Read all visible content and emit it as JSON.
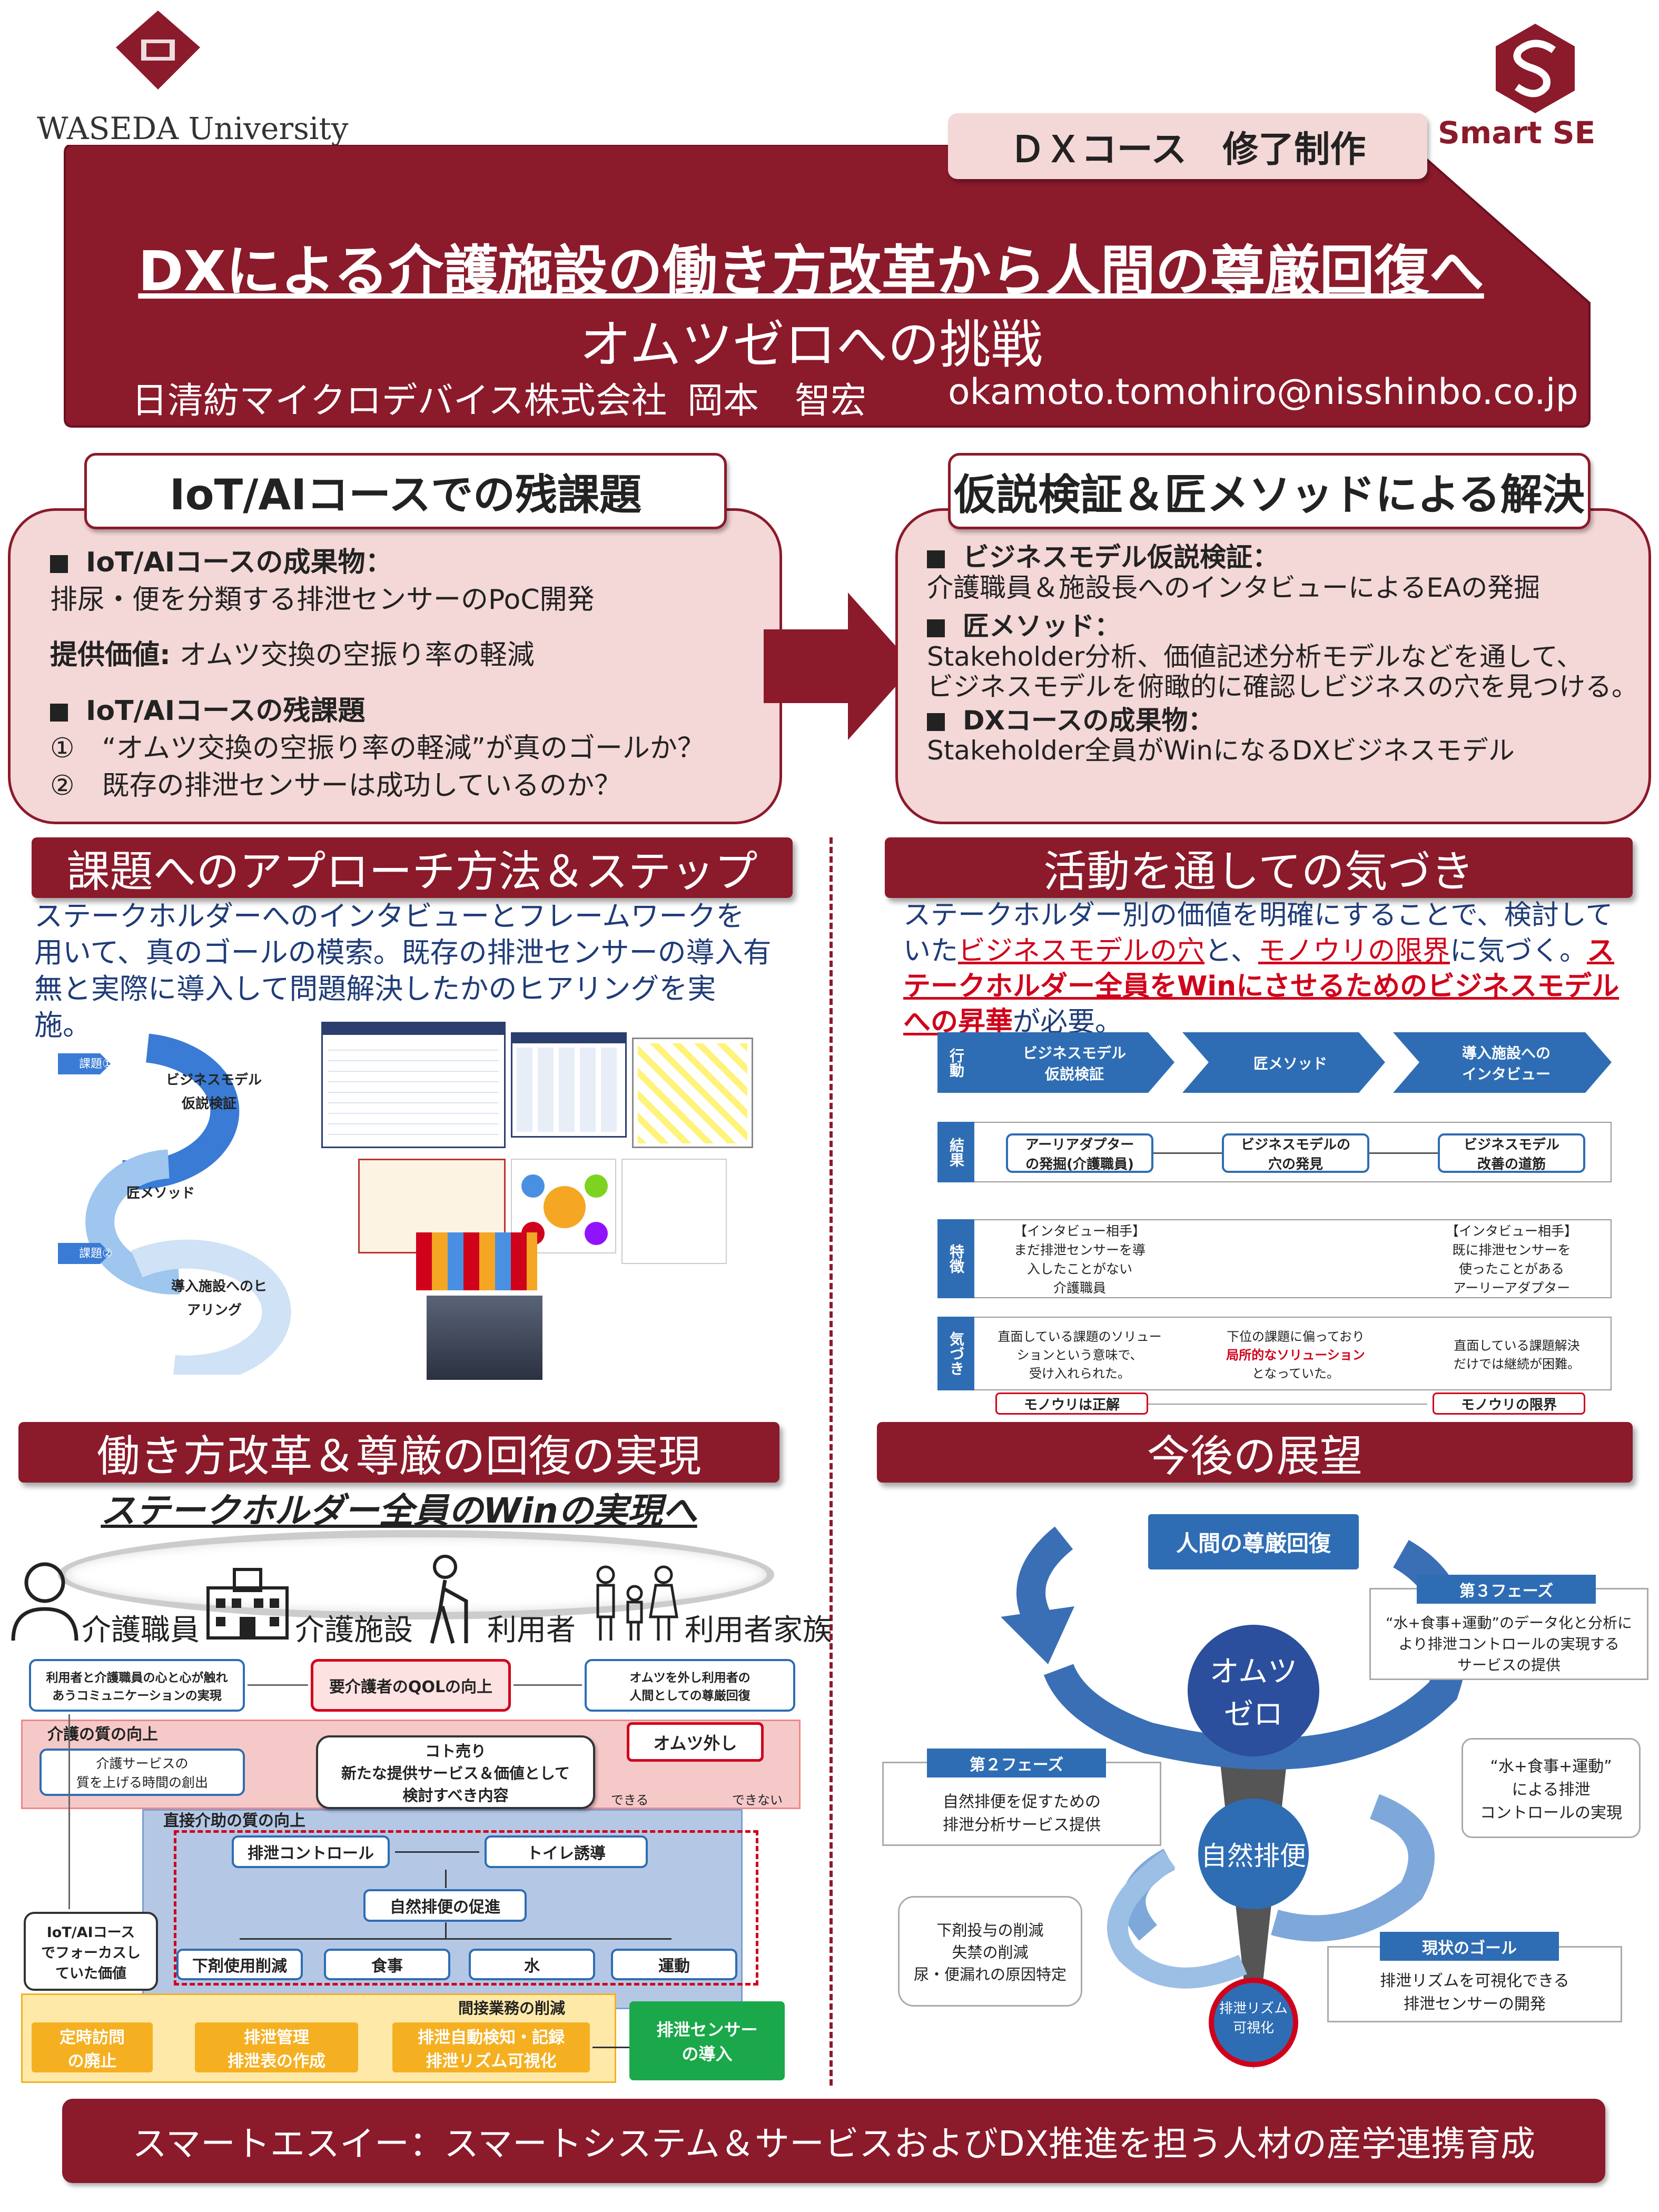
{
  "logos": {
    "waseda": "WASEDA University",
    "smartse": "Smart SE"
  },
  "course_tag": "ＤＸコース　修了制作",
  "header": {
    "title": "DXによる介護施設の働き方改革から人間の尊厳回復へ",
    "subtitle": "オムツゼロへの挑戦",
    "company": "日清紡マイクロデバイス株式会社",
    "name": "岡本　智宏",
    "email": "okamoto.tomohiro@nisshinbo.co.jp"
  },
  "left_top": {
    "heading": "IoT/AIコースでの残課題",
    "deliverable_h": "IoT/AIコースの成果物：",
    "deliverable": "排尿・便を分類する排泄センサーのPoC開発",
    "value_h": "提供価値:",
    "value": "オムツ交換の空振り率の軽減",
    "issues_h": "IoT/AIコースの残課題",
    "issue1": "①　“オムツ交換の空振り率の軽減”が真のゴールか？",
    "issue2": "②　既存の排泄センサーは成功しているのか？"
  },
  "right_top": {
    "heading": "仮説検証＆匠メソッドによる解決",
    "h1": "ビジネスモデル仮説検証：",
    "t1": "介護職員＆施設長へのインタビューによるEAの発掘",
    "h2": "匠メソッド：",
    "t2a": "Stakeholder分析、価値記述分析モデルなどを通して、",
    "t2b": "ビジネスモデルを俯瞰的に確認しビジネスの穴を見つける。",
    "h3": "DXコースの成果物：",
    "t3": "Stakeholder全員がWinになるDXビジネスモデル"
  },
  "approach": {
    "heading": "課題へのアプローチ方法＆ステップ",
    "text": "ステークホルダーへのインタビューとフレームワークを用いて、真のゴールの模索。既存の排泄センサーの導入有無と実際に導入して問題解決したかのヒアリングを実施。",
    "c1": "課題①",
    "c2": "課題②",
    "s1a": "ビジネスモデル",
    "s1b": "仮説検証",
    "s2": "匠メソッド",
    "s3a": "導入施設へのヒ",
    "s3b": "アリング"
  },
  "insight": {
    "heading": "活動を通しての気づき",
    "t1": "ステークホルダー別の価値を明確にすることで、検討していた",
    "t2": "ビジネスモデルの穴",
    "t3": "と、",
    "t4": "モノウリの限界",
    "t5": "に気づく。",
    "t6": "ステークホルダー全員をWinにさせるためのビジネスモデルへの昇華",
    "t7": "が必要。",
    "row_action": "行動",
    "row_result": "結果",
    "row_feature": "特徴",
    "row_notice": "気づき",
    "a1": "ビジネスモデル\n仮説検証",
    "a2": "匠メソッド",
    "a3": "導入施設への\nインタビュー",
    "r1": "アーリアダプター\nの発掘(介護職員)",
    "r2": "ビジネスモデルの\n穴の発見",
    "r3": "ビジネスモデル\n改善の道筋",
    "f1": "【インタビュー相手】\nまだ排泄センサーを導\n入したことがない\n介護職員",
    "f2": "【インタビュー相手】\n既に排泄センサーを\n使ったことがある\nアーリーアダプター",
    "n1": "直面している課題のソリュー\nションという意味で、\n受け入れられた。",
    "n2a": "下位の課題に偏っており",
    "n2b": "局所的なソリューション",
    "n2c": "となっていた。",
    "n3": "直面している課題解決\nだけでは継続が困難。",
    "m1": "モノウリは正解",
    "m2": "モノウリの限界"
  },
  "reform": {
    "heading": "働き方改革＆尊厳の回復の実現",
    "sub": "ステークホルダー全員のWinの実現へ",
    "sh1": "介護職員",
    "sh2": "介護施設",
    "sh3": "利用者",
    "sh4": "利用者家族",
    "g1": "利用者と介護職員の心と心が触れ\nあうコミュニケーションの実現",
    "g2": "要介護者のQOLの向上",
    "g3": "オムツを外し利用者の\n人間としての尊厳回復",
    "care_q": "介護の質の向上",
    "care_t": "介護サービスの\n質を上げる時間の創出",
    "omutsu": "オムツ外し",
    "koto": "コト売り\n新たな提供サービス＆価値として\n検討すべき内容",
    "can": "できる",
    "cannot": "できない",
    "direct": "直接介助の質の向上",
    "p1": "排泄コントロール",
    "p2": "トイレ誘導",
    "p3": "自然排便の促進",
    "p4": "下剤使用削減",
    "p5": "食事",
    "p6": "水",
    "p7": "運動",
    "focus": "IoT/AIコース\nでフォーカスし\nていた価値",
    "indirect": "間接業務の削減",
    "o1": "定時訪問\nの廃止",
    "o2": "排泄管理\n排泄表の作成",
    "o3": "排泄自動検知・記録\n排泄リズム可視化",
    "sensor": "排泄センサー\nの導入"
  },
  "outlook": {
    "heading": "今後の展望",
    "top": "人間の尊厳回復",
    "c1": "オムツ\nゼロ",
    "c2": "自然排便",
    "c3": "排泄リズム\n可視化",
    "ph3_h": "第３フェーズ",
    "ph3": "“水+食事+運動”のデータ化と分析に\nより排泄コントロールの実現する\nサービスの提供",
    "ph2_h": "第２フェーズ",
    "ph2": "自然排便を促すための\n排泄分析サービス提供",
    "mid": "“水+食事+運動”\nによる排泄\nコントロールの実現",
    "low": "下剤投与の削減\n失禁の削減\n尿・便漏れの原因特定",
    "goal_h": "現状のゴール",
    "goal": "排泄リズムを可視化できる\n排泄センサーの開発"
  },
  "footer": "スマートエスイー：スマートシステム＆サービスおよびDX推進を担う人材の産学連携育成",
  "colors": {
    "maroon": "#8b1a2b",
    "pink": "#f4d7d7",
    "blue": "#2e6db3",
    "orange": "#f5b022",
    "green": "#1aa84a"
  }
}
